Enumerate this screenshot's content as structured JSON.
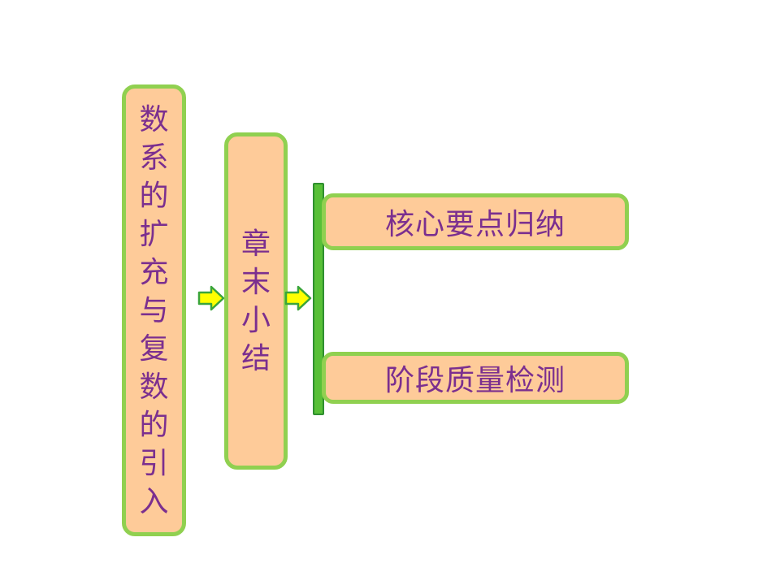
{
  "main_box": {
    "chars": [
      "数",
      "系",
      "的",
      "扩",
      "充",
      "与",
      "复",
      "数",
      "的",
      "引",
      "入"
    ]
  },
  "summary_box": {
    "chars": [
      "章",
      "末",
      "小",
      "结"
    ]
  },
  "branches": {
    "key_points": "核心要点归纳",
    "assessment": "阶段质量检测"
  },
  "colors": {
    "box_fill": "#fecb99",
    "box_border": "#90d050",
    "text": "#7b2f8f",
    "arrow_fill": "#ffff00",
    "bar": "#58c037"
  },
  "icons": {
    "arrow_1": "right-arrow-icon",
    "arrow_2": "right-arrow-icon"
  }
}
